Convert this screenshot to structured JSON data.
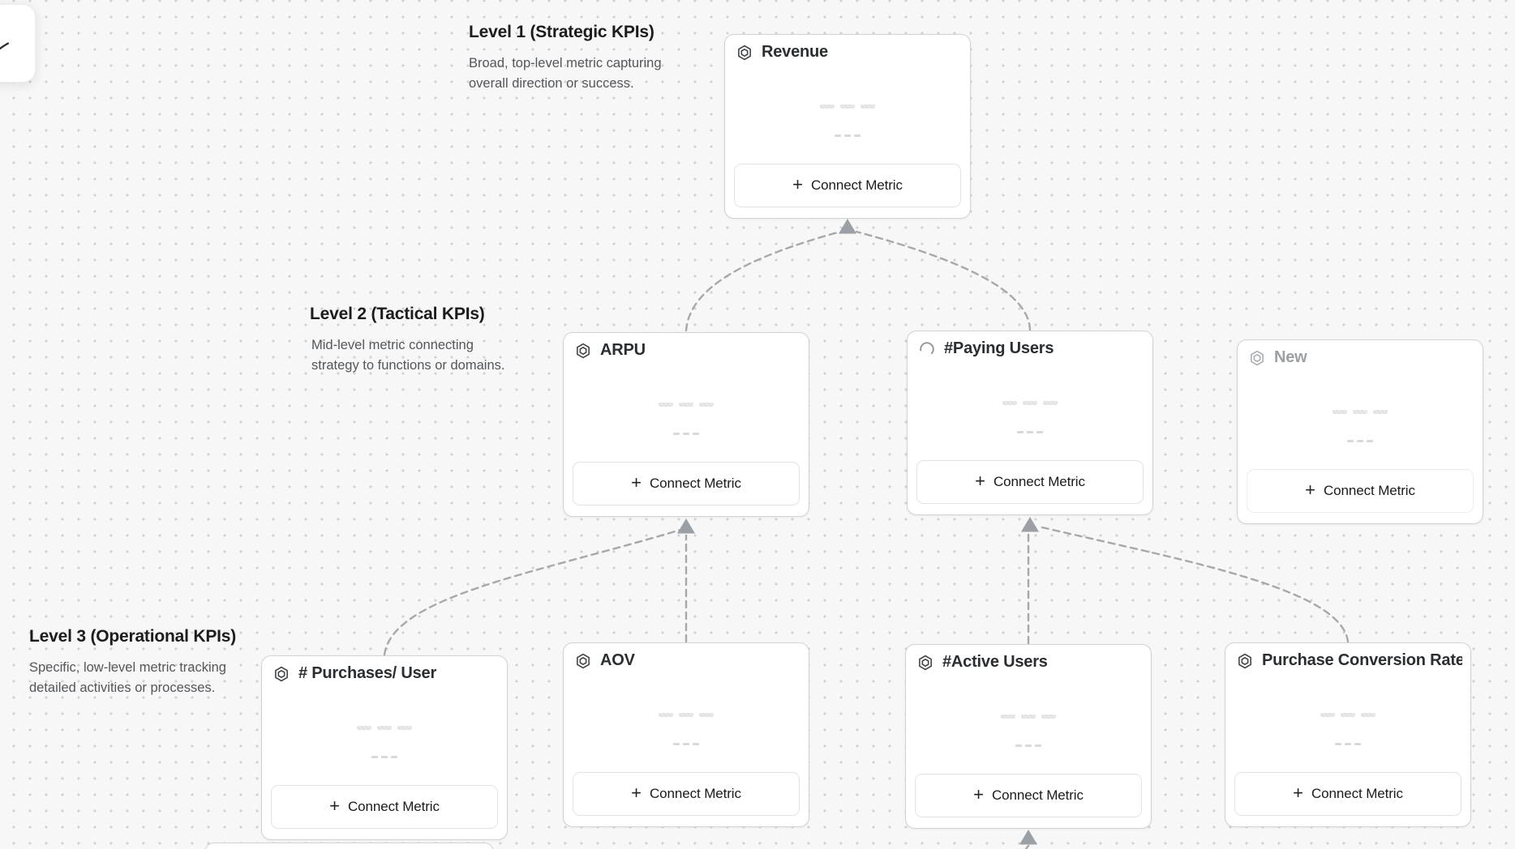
{
  "canvas": {
    "background": "#f7f7f7",
    "dot_color": "#cfcfcf",
    "connector_color": "#a7a8ab",
    "arrow_color": "#9aa0a5"
  },
  "sections": [
    {
      "title": "Level 1 (Strategic KPIs)",
      "description": "Broad, top-level metric capturing overall direction or success."
    },
    {
      "title": "Level 2 (Tactical KPIs)",
      "description": "Mid-level metric connecting strategy to functions or domains."
    },
    {
      "title": "Level 3 (Operational KPIs)",
      "description": "Specific, low-level metric tracking detailed activities or processes."
    }
  ],
  "labels": {
    "connect_metric": "Connect Metric",
    "plus": "+"
  },
  "cards": [
    {
      "title": "Revenue",
      "icon": "metric-hexagon-icon",
      "level": 1,
      "state": "default"
    },
    {
      "title": "ARPU",
      "icon": "metric-hexagon-icon",
      "level": 2,
      "state": "default"
    },
    {
      "title": "#Paying Users",
      "icon": "spinner-icon",
      "level": 2,
      "state": "loading"
    },
    {
      "title": "New",
      "icon": "metric-hexagon-icon",
      "level": 2,
      "state": "new"
    },
    {
      "title": "# Purchases/ User",
      "icon": "metric-hexagon-icon",
      "level": 3,
      "state": "default"
    },
    {
      "title": "AOV",
      "icon": "metric-hexagon-icon",
      "level": 3,
      "state": "default"
    },
    {
      "title": "#Active Users",
      "icon": "metric-hexagon-icon",
      "level": 3,
      "state": "default"
    },
    {
      "title": "Purchase Conversion Rate",
      "icon": "metric-hexagon-icon",
      "level": 3,
      "state": "default"
    }
  ]
}
